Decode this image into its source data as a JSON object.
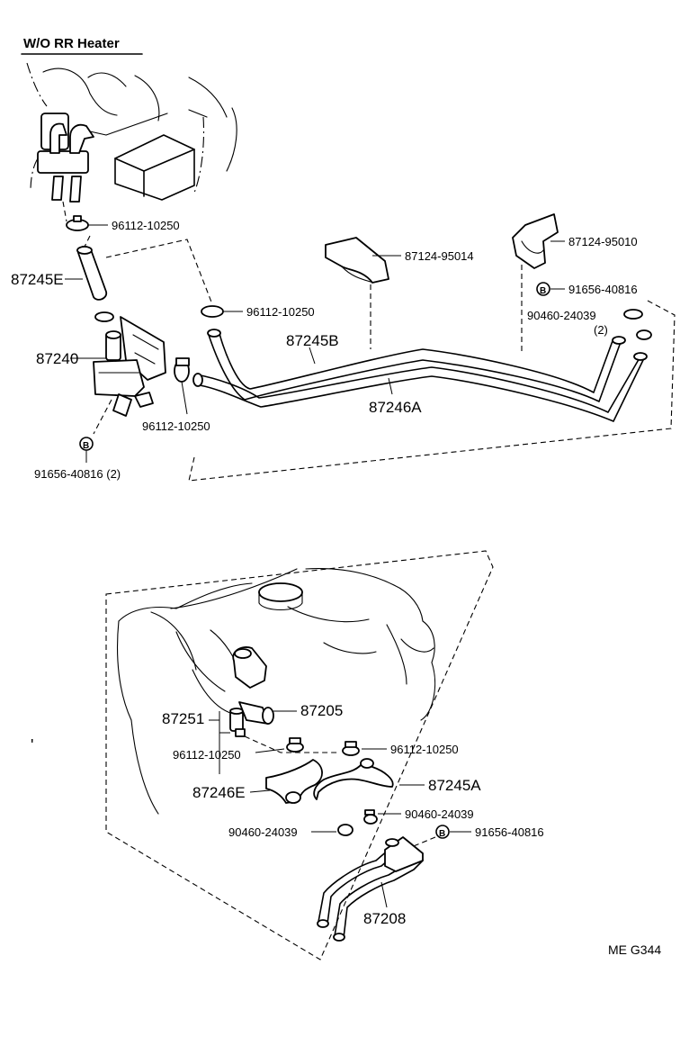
{
  "header": {
    "title": "W/O RR Heater"
  },
  "callouts": {
    "clamp_96112_10250_a": "96112-10250",
    "hose_87245E": "87245E",
    "clamp_96112_10250_b": "96112-10250",
    "valve_87240": "87240",
    "clamp_96112_10250_c": "96112-10250",
    "bolt_marker_1": "B",
    "bolt_91656_40816_2": "91656-40816 (2)",
    "clamp_87124_95014": "87124-95014",
    "clamp_87124_95010": "87124-95010",
    "bolt_marker_2": "B",
    "bolt_91656_40816_a": "91656-40816",
    "clip_90460_24039_2": "90460-24039",
    "qty_2": "(2)",
    "pipe_87245B": "87245B",
    "pipe_87246A": "87246A",
    "union_87251": "87251",
    "joint_87205": "87205",
    "clamp_96112_10250_d": "96112-10250",
    "clamp_96112_10250_e": "96112-10250",
    "hose_87246E": "87246E",
    "hose_87245A": "87245A",
    "clip_90460_24039_a": "90460-24039",
    "clip_90460_24039_b": "90460-24039",
    "bolt_marker_3": "B",
    "bolt_91656_40816_b": "91656-40816",
    "pipe_87208": "87208"
  },
  "footer": {
    "code": "ME  G344"
  }
}
